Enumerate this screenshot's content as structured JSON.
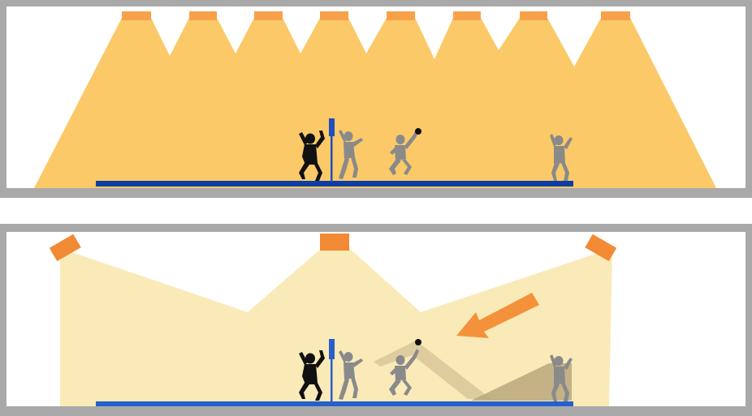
{
  "colors": {
    "frame": "#a9a9a9",
    "background": "#ffffff",
    "light_strong": "#fbc968",
    "light_soft": "#faeab8",
    "luminaire_top": "#f7a24a",
    "luminaire_side": "#f28a35",
    "court_line_top": "#0d3ea3",
    "court_line_bottom": "#2660cc",
    "net_post": "#2c5fc8",
    "player_dark": "#111111",
    "player_grey": "#8a8a8a",
    "ball": "#111111",
    "arrow": "#f3923a",
    "reflection": "#d4c294",
    "shadow": "#b5a57e"
  },
  "panels": [
    {
      "id": "many-ceiling-luminaires",
      "luminaire_count": 8,
      "light_intensity": "strong"
    },
    {
      "id": "few-angled-luminaires",
      "luminaire_count": 3,
      "light_intensity": "soft",
      "indicator": "arrow-icon"
    }
  ],
  "icons": {
    "players": [
      "blocker-player-icon",
      "jumping-player-icon",
      "spiking-player-icon",
      "receiving-player-icon"
    ],
    "ball": "volleyball-icon",
    "net": "net-post-icon"
  }
}
